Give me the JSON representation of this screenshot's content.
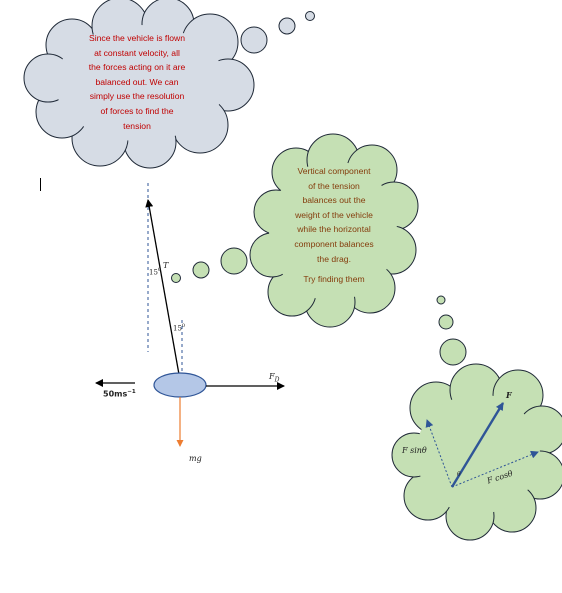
{
  "cloud_top": {
    "lines": [
      "Since the vehicle is flown",
      "at constant velocity, all",
      "the forces acting on it are",
      "balanced out.  We can",
      "simply use the resolution",
      "of forces to find the",
      "tension"
    ]
  },
  "cloud_middle": {
    "lines": [
      "Vertical component",
      "of the tension",
      "balances out the",
      "weight of the vehicle",
      "while the horizontal",
      "component balances",
      "the drag."
    ],
    "hint": "Try finding them"
  },
  "diagram": {
    "tension_label": "T",
    "angle_top": "15",
    "angle_bottom": "15",
    "drag_label": "F",
    "drag_sub": "D",
    "velocity_label": "50ms",
    "velocity_exp": "−1",
    "weight_label": "mg"
  },
  "resolution": {
    "force_label": "F",
    "theta_label": "θ",
    "vertical_label": "F sinθ",
    "horizontal_label": "F cosθ"
  },
  "colors": {
    "cloud_blue": "#d6dce5",
    "cloud_green": "#c5e0b4",
    "vehicle": "#b4c7e7",
    "force_arrow": "#2f5597",
    "weight_arrow": "#ed7d31",
    "text_red": "#c00000",
    "text_brown": "#843c0c"
  }
}
